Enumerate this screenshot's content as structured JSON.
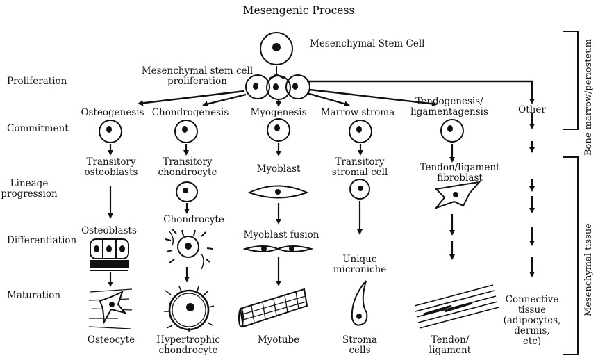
{
  "title": "Mesengenic Process",
  "stem_cell": "Mesenchymal Stem Cell",
  "proliferation_label": [
    "Mesenchymal stem cell",
    "proliferation"
  ],
  "row_labels": {
    "proliferation": "Proliferation",
    "commitment": "Commitment",
    "lineage": [
      "Lineage",
      "progression"
    ],
    "differentiation": "Differentiation",
    "maturation": "Maturation"
  },
  "lineages": {
    "osteo": {
      "name": "Osteogenesis",
      "progression": [
        "Transitory",
        "osteoblasts"
      ],
      "differentiation": "Osteoblasts",
      "maturation": "Osteocyte"
    },
    "chondro": {
      "name": "Chondrogenesis",
      "progression": [
        "Transitory",
        "chondrocyte"
      ],
      "differentiation": "Chondrocyte",
      "maturation": [
        "Hypertrophic",
        "chondrocyte"
      ]
    },
    "myo": {
      "name": "Myogenesis",
      "progression": "Myoblast",
      "differentiation": "Myoblast fusion",
      "maturation": "Myotube"
    },
    "marrow": {
      "name": "Marrow stroma",
      "progression": [
        "Transitory",
        "stromal cell"
      ],
      "differentiation": [
        "Unique",
        "microniche"
      ],
      "maturation": [
        "Stroma",
        "cells"
      ]
    },
    "tendo": {
      "name": [
        "Tendogenesis/",
        "ligamentagensis"
      ],
      "progression": [
        "Tendon/ligament",
        "fibroblast"
      ],
      "maturation": [
        "Tendon/",
        "ligament"
      ]
    },
    "other": {
      "name": "Other",
      "maturation": [
        "Connective",
        "tissue",
        "(adipocytes,",
        "dermis,",
        "etc)"
      ]
    }
  },
  "brackets": {
    "top": "Bone marrow/periosteum",
    "bottom": "Mesenchymal tissue"
  }
}
